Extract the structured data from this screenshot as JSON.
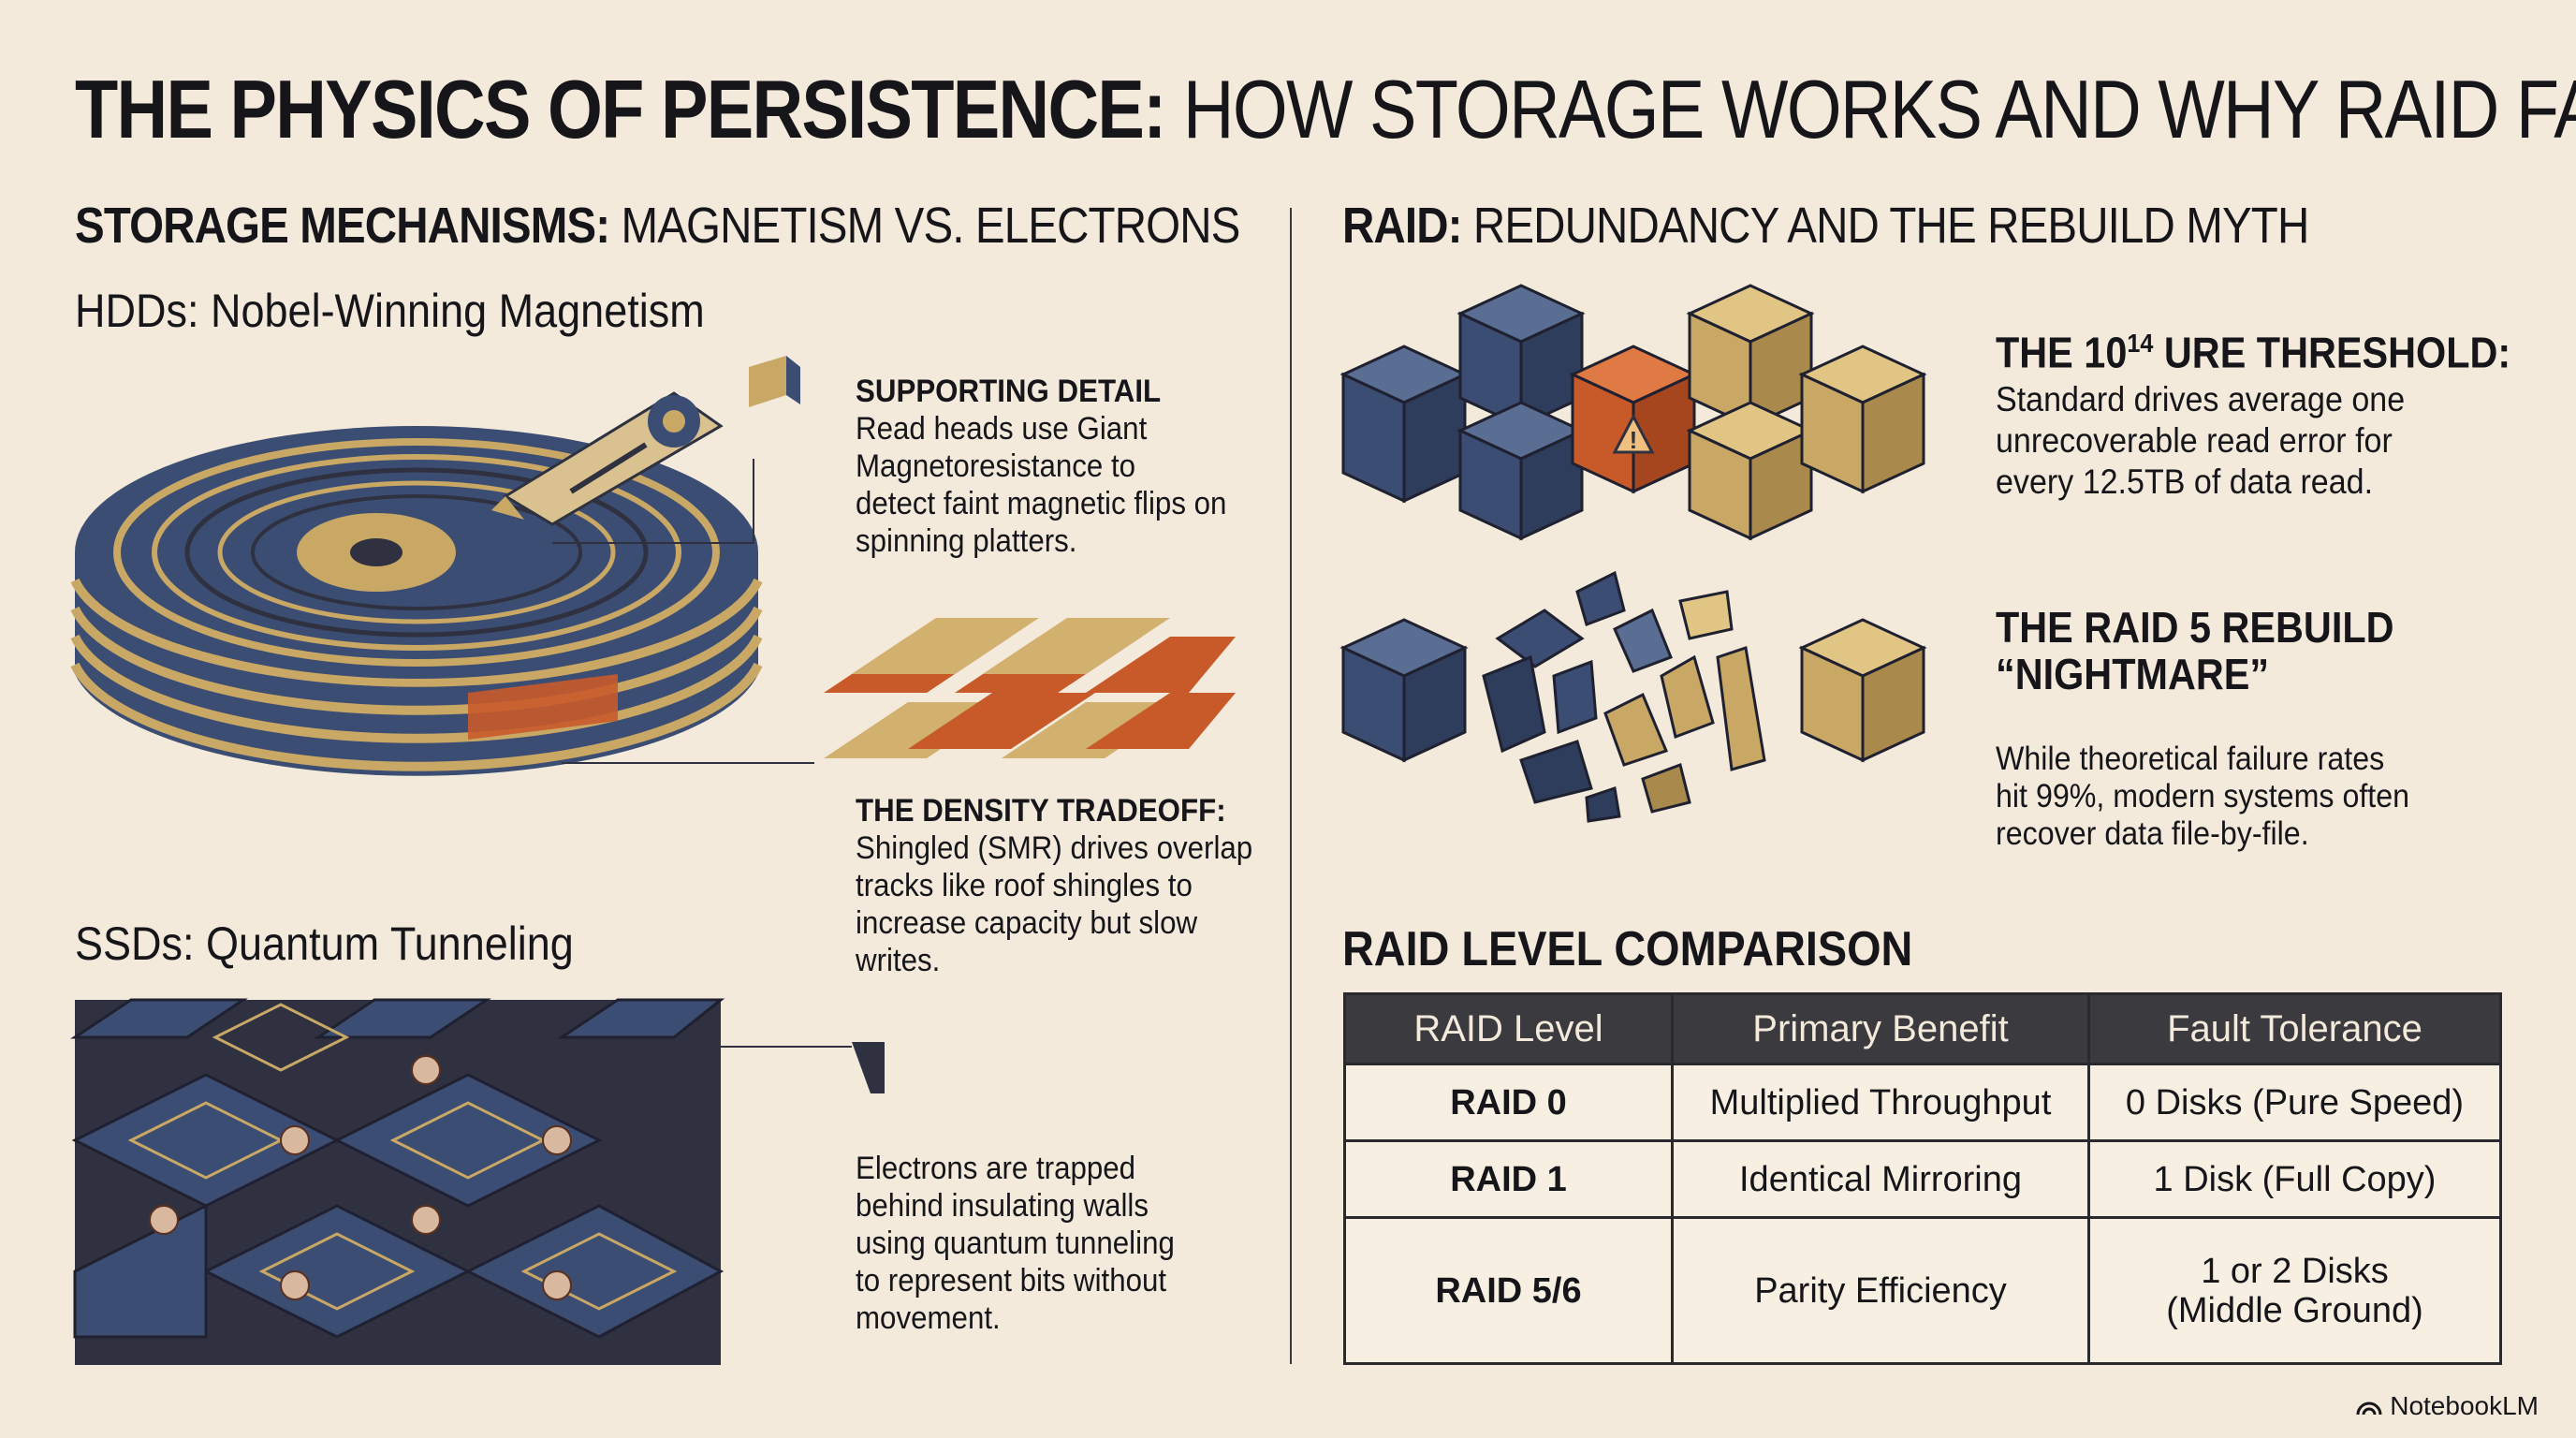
{
  "title": {
    "bold": "THE PHYSICS OF PERSISTENCE:",
    "rest": " HOW STORAGE WORKS AND WHY RAID FAILS"
  },
  "left": {
    "heading_bold": "STORAGE MECHANISMS:",
    "heading_rest": " MAGNETISM VS. ELECTRONS",
    "hdd_title": "HDDs: Nobel-Winning Magnetism",
    "supporting_head": "SUPPORTING DETAIL",
    "supporting_body": "Read heads use Giant\nMagnetoresistance to\ndetect faint magnetic flips on\nspinning platters.",
    "density_head": "THE DENSITY TRADEOFF:",
    "density_body": "Shingled (SMR) drives overlap\ntracks like roof shingles to\nincrease capacity but slow\nwrites.",
    "ssd_title": "SSDs: Quantum Tunneling",
    "ssd_body": "Electrons are trapped\nbehind insulating walls\nusing quantum tunneling\nto represent bits without\nmovement."
  },
  "right": {
    "heading_bold": "RAID:",
    "heading_rest": " REDUNDANCY AND THE REBUILD MYTH",
    "ure_title_pre": "THE 10",
    "ure_title_sup": "14",
    "ure_title_post": " URE THRESHOLD:",
    "ure_body": "Standard drives average one\nunrecoverable read error for\nevery 12.5TB of data read.",
    "rebuild_title": "THE RAID 5 REBUILD\n“NIGHTMARE”",
    "rebuild_body": "While theoretical failure rates\nhit 99%, modern systems often\nrecover data file-by-file.",
    "table_title": "RAID LEVEL COMPARISON",
    "table": {
      "headers": [
        "RAID Level",
        "Primary Benefit",
        "Fault Tolerance"
      ],
      "rows": [
        [
          "RAID 0",
          "Multiplied Throughput",
          "0 Disks (Pure Speed)"
        ],
        [
          "RAID 1",
          "Identical Mirroring",
          "1 Disk (Full Copy)"
        ],
        [
          "RAID 5/6",
          "Parity Efficiency",
          "1 or 2 Disks\n(Middle Ground)"
        ]
      ]
    }
  },
  "branding": "NotebookLM",
  "colors": {
    "background": "#f3eadb",
    "navy": "#3b4d72",
    "tan": "#c9a866",
    "orange": "#c85a2a",
    "dark": "#2f3140"
  }
}
